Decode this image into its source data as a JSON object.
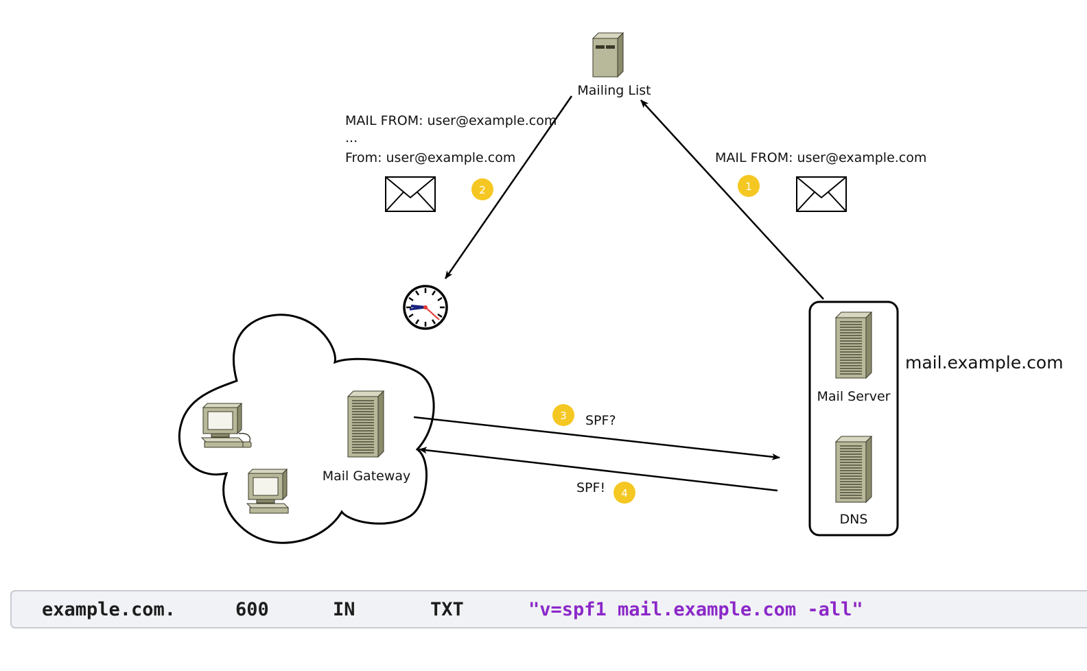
{
  "nodes": {
    "mailing_list": "Mailing List",
    "mail_server": "Mail Server",
    "dns": "DNS",
    "mail_gateway": "Mail Gateway",
    "domain": "mail.example.com"
  },
  "messages": {
    "step1_envelope": "MAIL FROM: user@example.com",
    "step2_envelope": "MAIL FROM: user@example.com",
    "step2_ellipsis": "...",
    "step2_header": "From: user@example.com",
    "step3": "SPF?",
    "step4": "SPF!"
  },
  "steps": [
    "1",
    "2",
    "3",
    "4"
  ],
  "colors": {
    "badge": "#f5c722",
    "server": "#b8b89a",
    "record_value": "#8b28c8"
  },
  "icons": [
    "server-icon",
    "envelope-icon",
    "clock-icon",
    "computer-icon",
    "cloud"
  ],
  "dns_record": {
    "name": "example.com.",
    "ttl": "600",
    "class": "IN",
    "type": "TXT",
    "value": "\"v=spf1 mail.example.com -all\""
  }
}
